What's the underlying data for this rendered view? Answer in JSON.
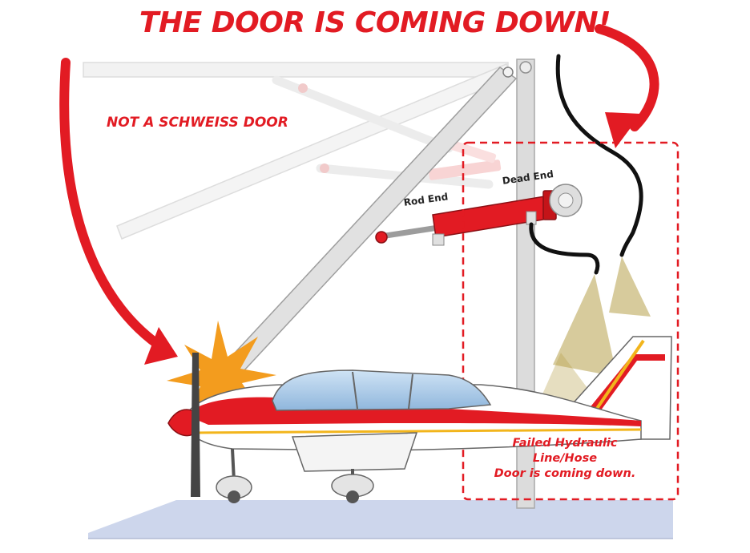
{
  "headline": "THE DOOR IS COMING DOWN!",
  "subheading": "NOT A SCHWEISS DOOR",
  "labels": {
    "rod_end": "Rod End",
    "dead_end": "Dead End"
  },
  "failure_note": {
    "line1": "Failed Hydraulic",
    "line2": "Line/Hose",
    "line3": "Door is coming down."
  },
  "colors": {
    "accent_red": "#e21b23",
    "frame_gray": "#d9d9d9",
    "floor_blue": "#cdd6ec",
    "fluid_gold": "#b7a04a",
    "impact_orange": "#f39c1e"
  }
}
